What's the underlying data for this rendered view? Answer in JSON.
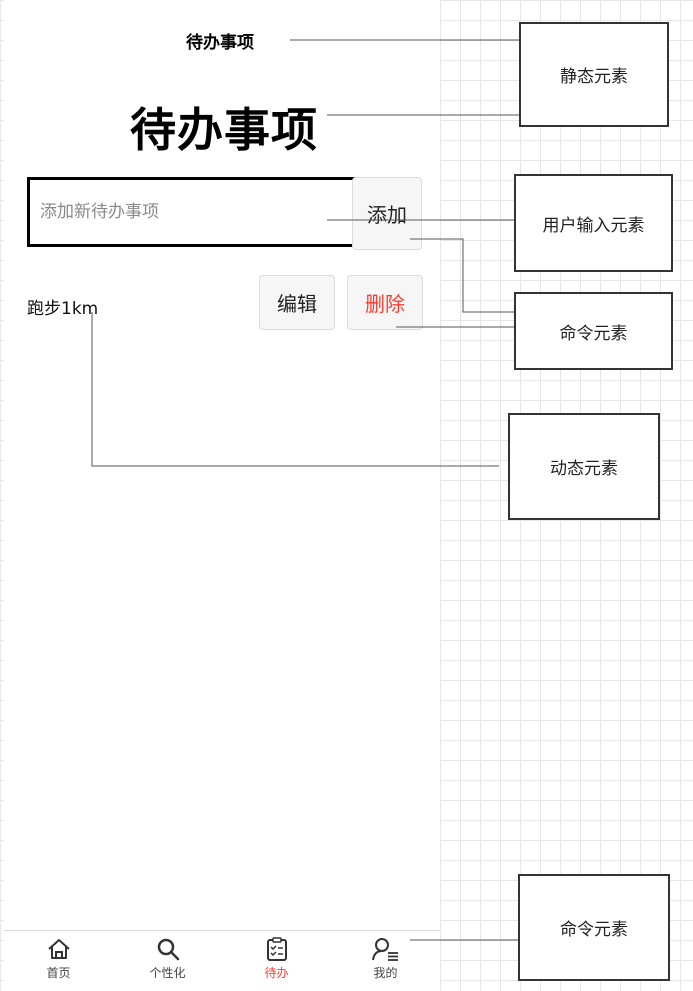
{
  "app": {
    "nav_title": "待办事项",
    "page_title": "待办事项",
    "input_placeholder": "添加新待办事项",
    "add_label": "添加",
    "todos": [
      {
        "text": "跑步1km",
        "edit_label": "编辑",
        "delete_label": "删除"
      }
    ],
    "tabs": [
      {
        "label": "首页",
        "icon": "home-icon"
      },
      {
        "label": "个性化",
        "icon": "search-icon"
      },
      {
        "label": "待办",
        "icon": "clipboard-icon",
        "active": true
      },
      {
        "label": "我的",
        "icon": "user-icon"
      }
    ]
  },
  "annotations": {
    "static": "静态元素",
    "user_input": "用户输入元素",
    "command_1": "命令元素",
    "dynamic": "动态元素",
    "command_2": "命令元素"
  },
  "colors": {
    "accent": "#ff3b30",
    "border": "#000000",
    "button_bg": "#f6f6f6"
  }
}
